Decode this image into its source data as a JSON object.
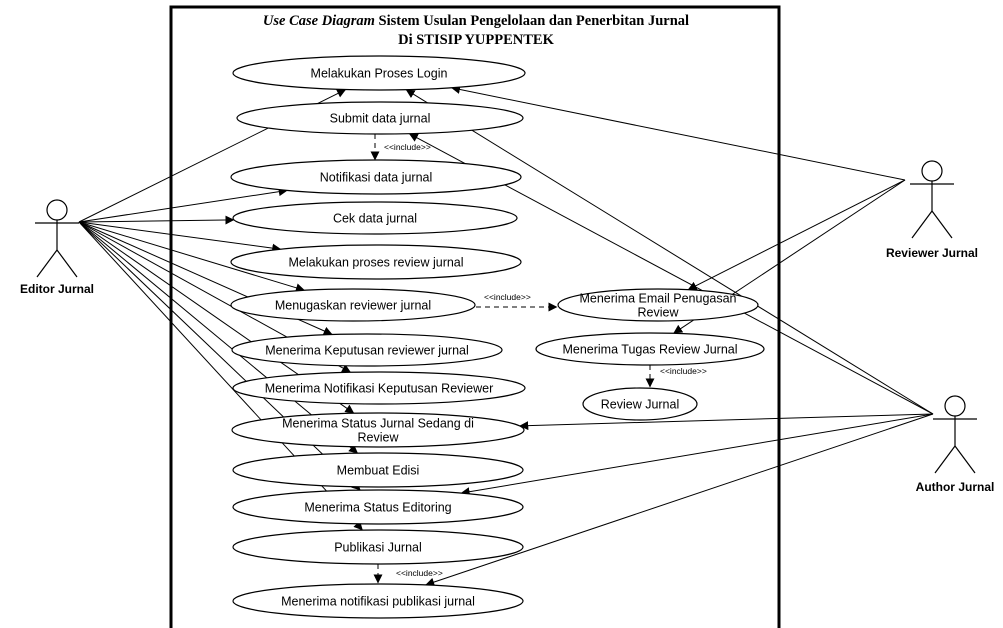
{
  "diagram": {
    "title_line1_italic": "Use Case Diagram",
    "title_line1_rest": " Sistem Usulan Pengelolaan dan Penerbitan Jurnal",
    "title_line2": "Di STISIP YUPPENTEK",
    "include_label": "<<include>>",
    "actors": [
      {
        "id": "editor",
        "label": "Editor Jurnal"
      },
      {
        "id": "reviewer",
        "label": "Reviewer Jurnal"
      },
      {
        "id": "author",
        "label": "Author Jurnal"
      }
    ],
    "use_cases": [
      {
        "id": "login",
        "lines": [
          "Melakukan Proses Login"
        ]
      },
      {
        "id": "submit",
        "lines": [
          "Submit data jurnal"
        ]
      },
      {
        "id": "notif_data",
        "lines": [
          "Notifikasi data jurnal"
        ]
      },
      {
        "id": "cek",
        "lines": [
          "Cek data jurnal"
        ]
      },
      {
        "id": "review_proc",
        "lines": [
          "Melakukan proses review jurnal"
        ]
      },
      {
        "id": "assign",
        "lines": [
          "Menugaskan reviewer jurnal"
        ]
      },
      {
        "id": "keputusan",
        "lines": [
          "Menerima Keputusan reviewer jurnal"
        ]
      },
      {
        "id": "notif_keputusan",
        "lines": [
          "Menerima Notifikasi Keputusan Reviewer"
        ]
      },
      {
        "id": "status_review",
        "lines": [
          "Menerima Status Jurnal Sedang di",
          "Review"
        ]
      },
      {
        "id": "edisi",
        "lines": [
          "Membuat Edisi"
        ]
      },
      {
        "id": "status_edit",
        "lines": [
          "Menerima Status Editoring"
        ]
      },
      {
        "id": "publikasi",
        "lines": [
          "Publikasi Jurnal"
        ]
      },
      {
        "id": "notif_pub",
        "lines": [
          "Menerima notifikasi publikasi jurnal"
        ]
      },
      {
        "id": "email_tugas",
        "lines": [
          "Menerima Email Penugasan",
          "Review"
        ]
      },
      {
        "id": "tugas_review",
        "lines": [
          "Menerima Tugas Review Jurnal"
        ]
      },
      {
        "id": "review_jurnal",
        "lines": [
          "Review Jurnal"
        ]
      }
    ],
    "associations": [
      {
        "from": "editor",
        "to": "login"
      },
      {
        "from": "editor",
        "to": "notif_data"
      },
      {
        "from": "editor",
        "to": "cek"
      },
      {
        "from": "editor",
        "to": "review_proc"
      },
      {
        "from": "editor",
        "to": "assign"
      },
      {
        "from": "editor",
        "to": "keputusan"
      },
      {
        "from": "editor",
        "to": "notif_keputusan"
      },
      {
        "from": "editor",
        "to": "status_review"
      },
      {
        "from": "editor",
        "to": "edisi"
      },
      {
        "from": "editor",
        "to": "status_edit"
      },
      {
        "from": "editor",
        "to": "publikasi"
      },
      {
        "from": "reviewer",
        "to": "login"
      },
      {
        "from": "reviewer",
        "to": "email_tugas"
      },
      {
        "from": "reviewer",
        "to": "tugas_review"
      },
      {
        "from": "author",
        "to": "login"
      },
      {
        "from": "author",
        "to": "submit"
      },
      {
        "from": "author",
        "to": "status_review"
      },
      {
        "from": "author",
        "to": "status_edit"
      },
      {
        "from": "author",
        "to": "notif_pub"
      }
    ],
    "includes": [
      {
        "from": "submit",
        "to": "notif_data"
      },
      {
        "from": "assign",
        "to": "email_tugas"
      },
      {
        "from": "tugas_review",
        "to": "review_jurnal"
      },
      {
        "from": "publikasi",
        "to": "notif_pub"
      }
    ]
  }
}
